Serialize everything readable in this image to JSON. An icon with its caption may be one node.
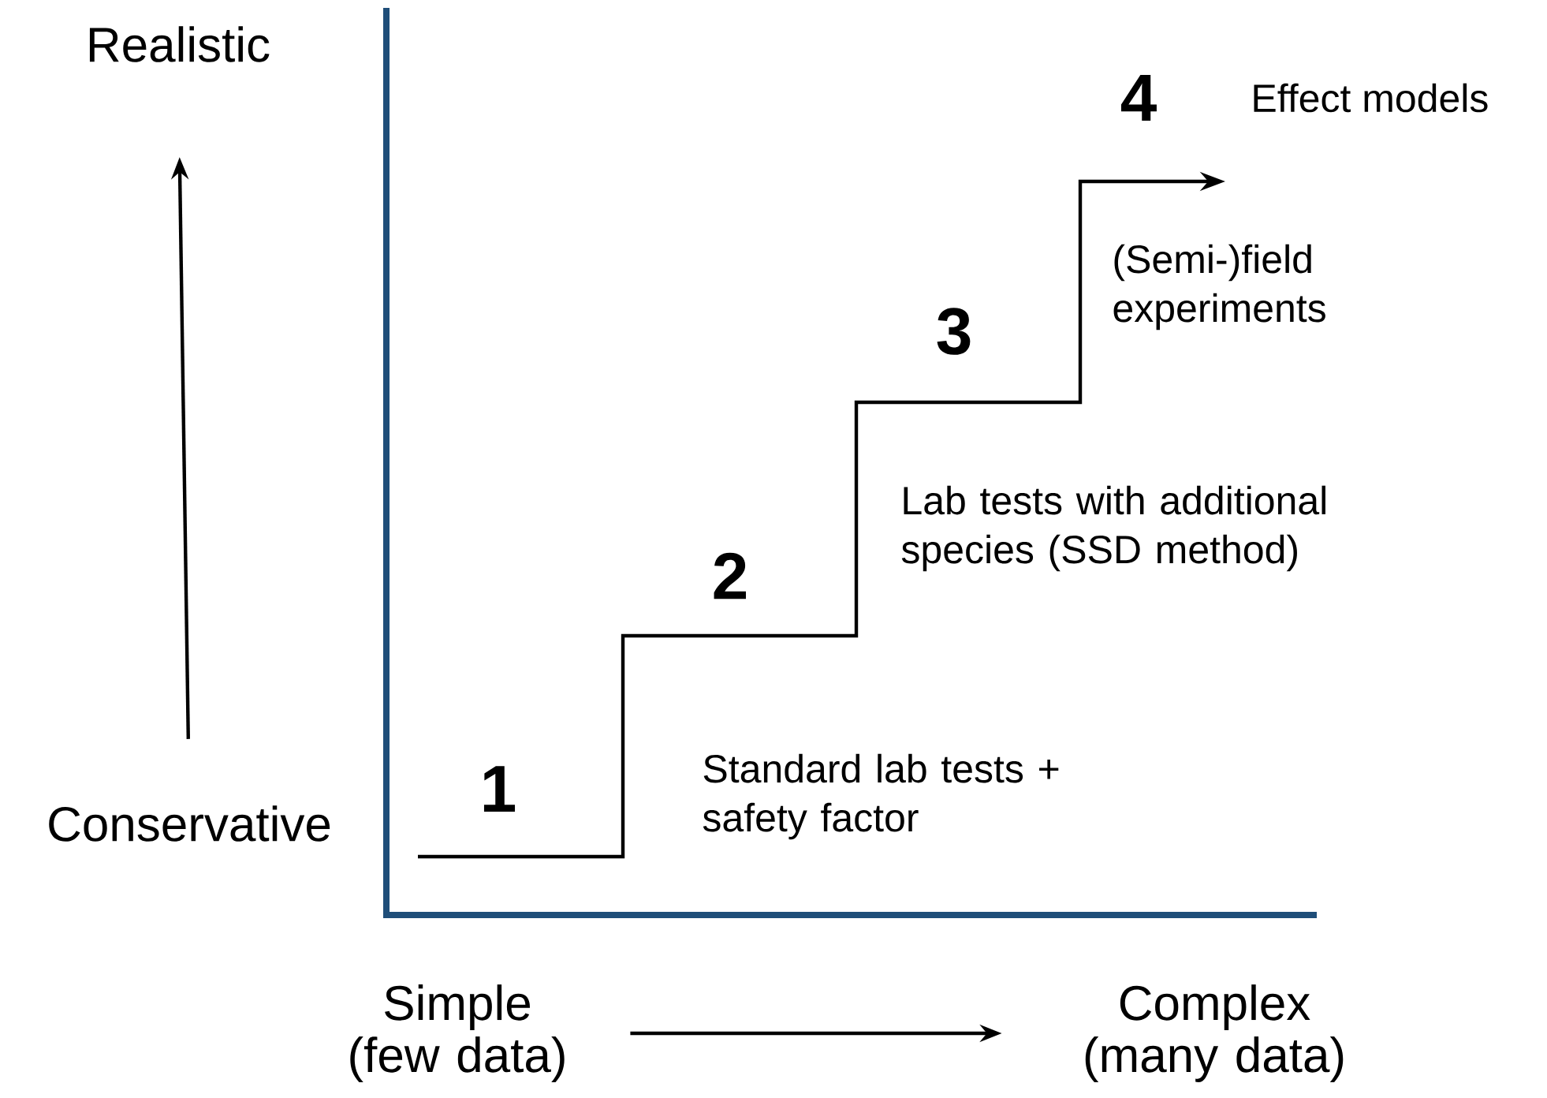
{
  "diagram": {
    "nodes": [
      {
        "text": [
          "Realistic"
        ]
      },
      {
        "text": [
          "Conservative"
        ]
      },
      {
        "text": [
          "Simple (few data)"
        ]
      },
      {
        "text": [
          "Complex (many data)"
        ]
      }
    ],
    "edges": [
      {
        "from": 1,
        "to": 0,
        "arrow": "to"
      },
      {
        "from": 2,
        "to": 3,
        "arrow": "to"
      }
    ],
    "labels": [
      "4",
      "Effect models",
      "(Semi-)field experiments",
      "3",
      "Lab tests with additional species (SSD method)",
      "2",
      "1",
      "Standard lab tests + safety factor"
    ]
  }
}
